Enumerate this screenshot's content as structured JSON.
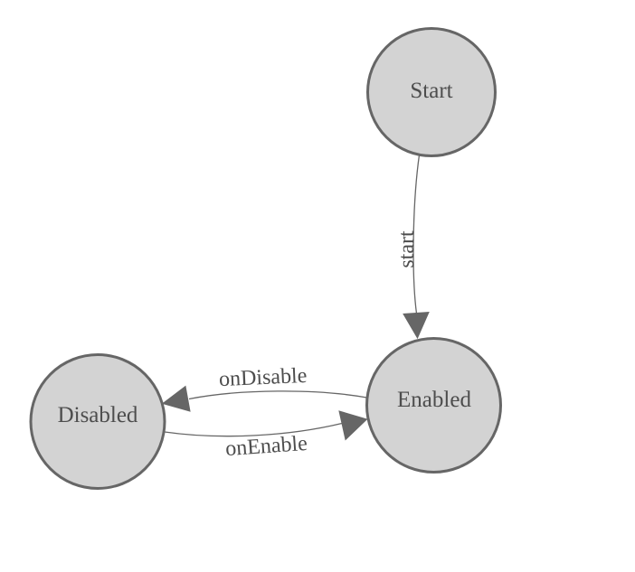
{
  "diagram": {
    "colors": {
      "background": "#ffffff",
      "node_fill": "#d3d3d3",
      "node_stroke": "#666666",
      "edge_stroke": "#666666",
      "arrowhead_fill": "#666666",
      "label_text": "#4d4d4d"
    },
    "nodes": [
      {
        "id": "start",
        "label": "Start"
      },
      {
        "id": "enabled",
        "label": "Enabled"
      },
      {
        "id": "disabled",
        "label": "Disabled"
      }
    ],
    "edges": [
      {
        "from": "start",
        "to": "enabled",
        "label": "start"
      },
      {
        "from": "enabled",
        "to": "disabled",
        "label": "onDisable"
      },
      {
        "from": "disabled",
        "to": "enabled",
        "label": "onEnable"
      }
    ]
  }
}
